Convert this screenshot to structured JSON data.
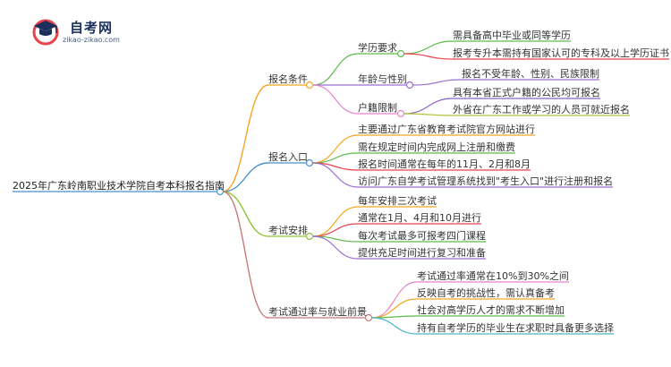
{
  "logo": {
    "title": "自考网",
    "url": "zikao-zikao.com",
    "icon": "graduation-cap-icon",
    "colors": {
      "red": "#e8424a",
      "navy": "#1a2f5a"
    }
  },
  "mindmap": {
    "root": "2025年广东岭南职业技术学院自考本科报名指南",
    "branches": [
      {
        "label": "报名条件",
        "color": "#f5a623",
        "children": [
          {
            "label": "学历要求",
            "color": "#5dbb4a",
            "children": [
              {
                "label": "需具备高中毕业或同等学历",
                "color": "#5dbb4a"
              },
              {
                "label": "报考专升本需持有国家认可的专科及以上学历证书",
                "color": "#e8424a"
              }
            ]
          },
          {
            "label": "年龄与性别",
            "color": "#9b6fd0",
            "children": [
              {
                "label": "报名不受年龄、性别、民族限制",
                "color": "#9b6fd0"
              }
            ]
          },
          {
            "label": "户籍限制",
            "color": "#e884c8",
            "children": [
              {
                "label": "具有本省正式户籍的公民均可报名",
                "color": "#8c62c8"
              },
              {
                "label": "外省在广东工作或学习的人员可就近报名",
                "color": "#b5c23a"
              }
            ]
          }
        ]
      },
      {
        "label": "报名入口",
        "color": "#4a90c8",
        "children": [
          {
            "label": "主要通过广东省教育考试院官方网站进行",
            "color": "#f5a623"
          },
          {
            "label": "需在规定时间内完成网上注册和缴费",
            "color": "#5dbb4a"
          },
          {
            "label": "报名时间通常在每年的11月、2月和8月",
            "color": "#e8424a"
          },
          {
            "label": "访问广东自学考试管理系统找到\"考生入口\"进行注册和报名",
            "color": "#9b6fd0"
          }
        ]
      },
      {
        "label": "考试安排",
        "color": "#8fc43a",
        "children": [
          {
            "label": "每年安排三次考试",
            "color": "#f5a623"
          },
          {
            "label": "通常在1月、4月和10月进行",
            "color": "#e8424a"
          },
          {
            "label": "每次考试最多可报考四门课程",
            "color": "#5dbb4a"
          },
          {
            "label": "提供充足时间进行复习和准备",
            "color": "#9b6fd0"
          }
        ]
      },
      {
        "label": "考试通过率与就业前景",
        "color": "#c87a7a",
        "children": [
          {
            "label": "考试通过率通常在10%到30%之间",
            "color": "#e884c8"
          },
          {
            "label": "反映自考的挑战性，需认真备考",
            "color": "#f5a623"
          },
          {
            "label": "社会对高学历人才的需求不断增加",
            "color": "#5dbb4a"
          },
          {
            "label": "持有自考学历的毕业生在求职时具备更多选择",
            "color": "#4ab8c8"
          }
        ]
      }
    ]
  }
}
